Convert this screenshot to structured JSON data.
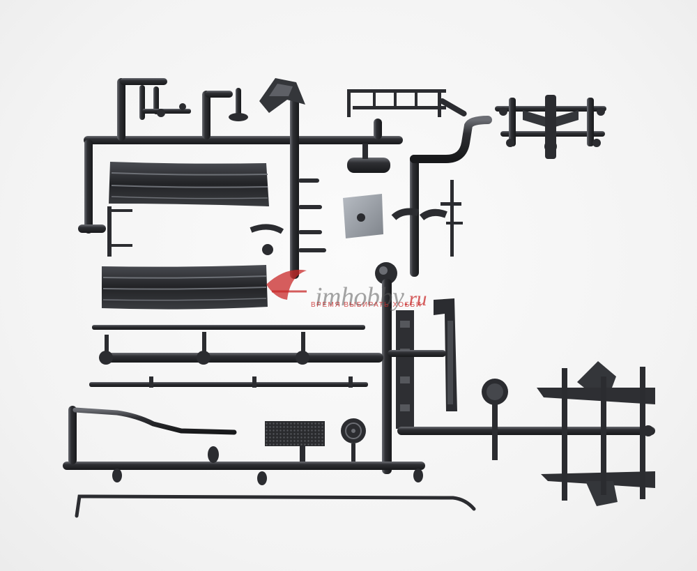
{
  "watermark": {
    "brand": "imhobby",
    "domain": ".ru",
    "tagline": "ВРЕМЯ ВЫБИРАТЬ ХОББИ"
  },
  "colors": {
    "background": "#f4f4f4",
    "plastic": "#2b2c30",
    "plastic_highlight": "#6b6d73",
    "grey_part": "#9ea3ab",
    "watermark_red": "#c82828"
  }
}
